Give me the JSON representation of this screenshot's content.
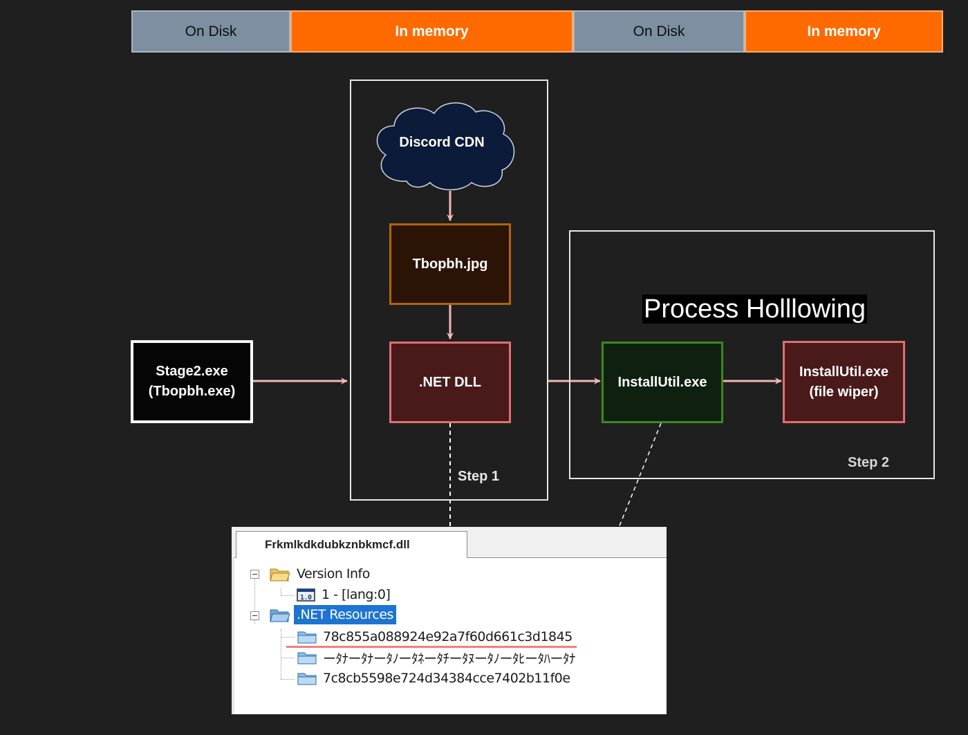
{
  "banner": {
    "segments": [
      {
        "label": "On Disk",
        "kind": "disk"
      },
      {
        "label": "In memory",
        "kind": "memory"
      },
      {
        "label": "On Disk",
        "kind": "disk"
      },
      {
        "label": "In memory",
        "kind": "memory"
      }
    ]
  },
  "step1": {
    "label": "Step 1",
    "cloud": "Discord CDN",
    "jpg": "Tbopbh.jpg",
    "dll": ".NET DLL"
  },
  "stage2": {
    "line1": "Stage2.exe",
    "line2": "(Tbopbh.exe)"
  },
  "step2": {
    "title": "Process Holllowing",
    "label": "Step 2",
    "installutil": "InstallUtil.exe",
    "wiper_line1": "InstallUtil.exe",
    "wiper_line2": "(file wiper)"
  },
  "explorer": {
    "tab": "Frkmlkdkdubkznbkmcf.dll",
    "version_info": "Version Info",
    "version_item": "1 - [lang:0]",
    "net_resources": ".NET Resources",
    "resources": [
      "78c855a088924e92a7f60d661c3d1845",
      "ーﾀﾅーﾀﾅーﾀﾉーﾀﾈーﾀﾁーﾀﾇーﾀﾉーﾀﾋーﾀﾊーﾀﾅ",
      "7c8cb5598e724d34384cce7402b11f0e"
    ]
  },
  "colors": {
    "background": "#1f1f1f",
    "disk": "#7d8fa0",
    "memory": "#ff6a00",
    "arrow": "#f4b6b6",
    "cloud": "#0d1b3a",
    "jpg_fill": "#2b1406",
    "jpg_border": "#b0650a",
    "dll_fill": "#4a1a1a",
    "dll_border": "#e07070",
    "installutil_fill": "#102010",
    "installutil_border": "#3c8a1e",
    "selection": "#1e74d0",
    "underline": "#f08080"
  }
}
